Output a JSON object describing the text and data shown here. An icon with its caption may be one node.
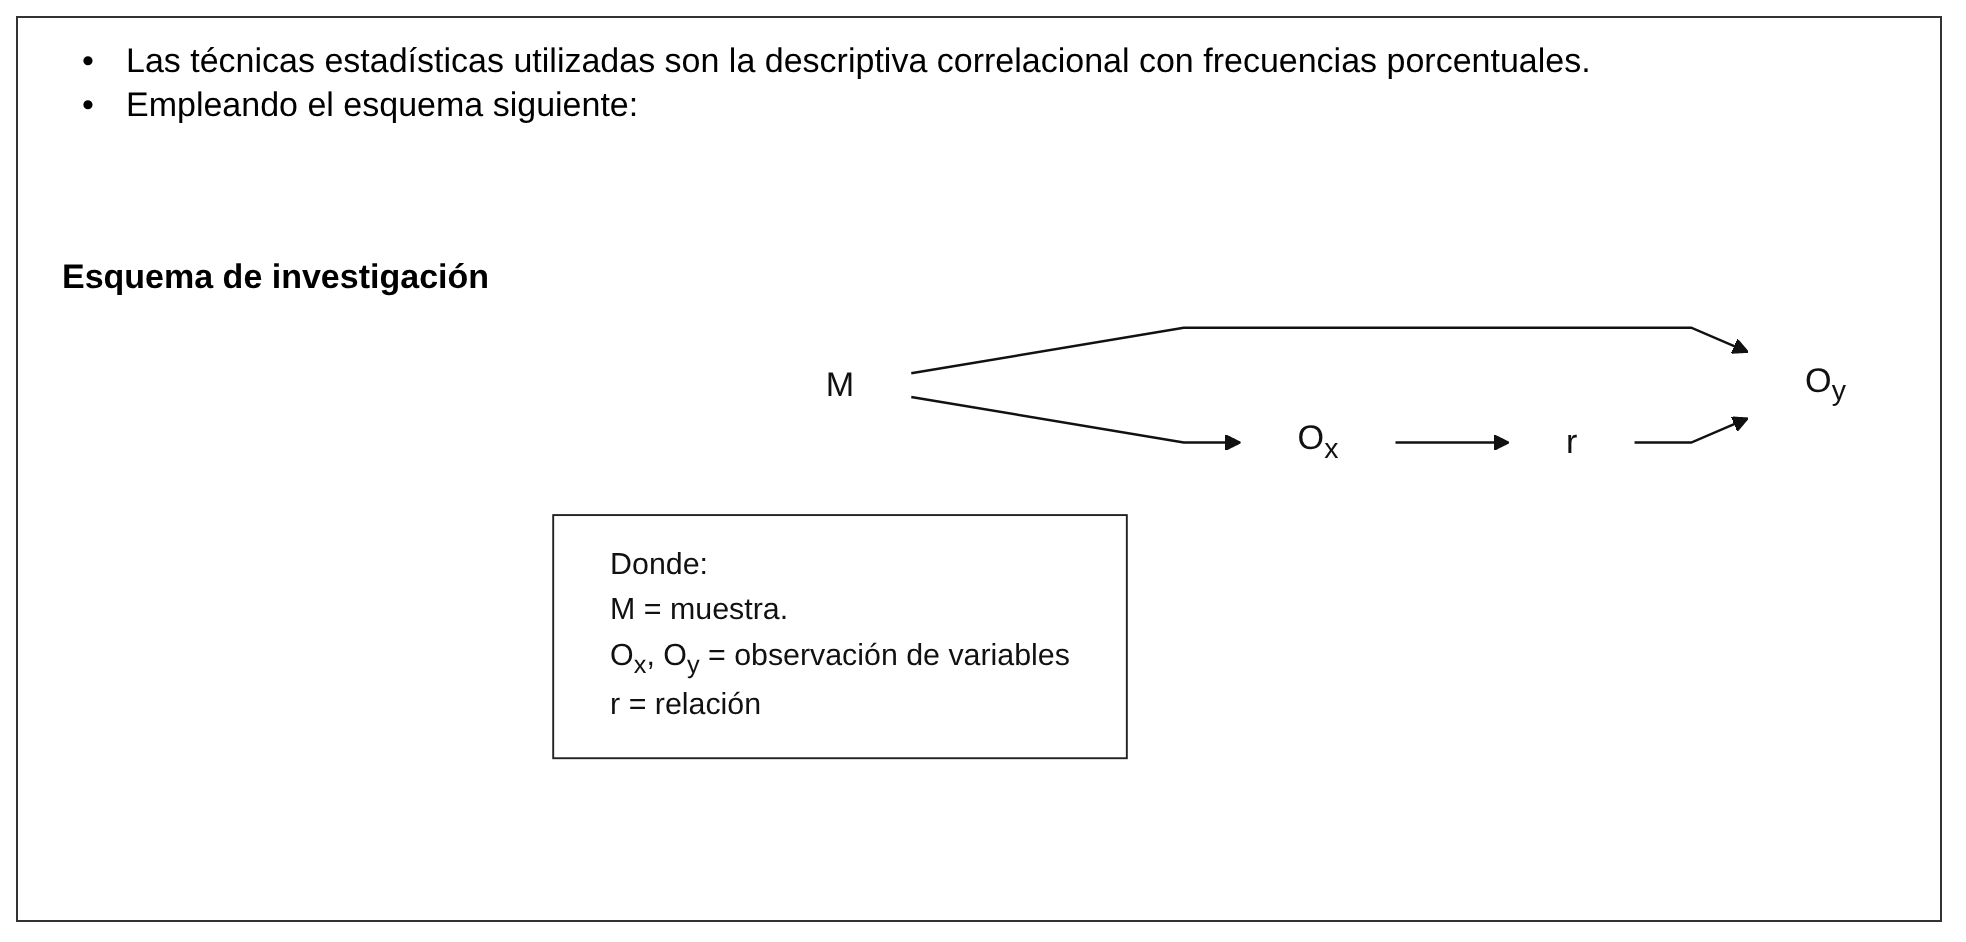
{
  "diagram": {
    "title": "Esquema de investigación",
    "nodes": [
      {
        "text": [
          "M"
        ]
      },
      {
        "text": [
          "O$_{x}$"
        ]
      },
      {
        "text": [
          "r"
        ]
      },
      {
        "text": [
          "O$_{y}$"
        ]
      },
      {
        "text": [
          "Donde:",
          "M = muestra.",
          "O$_{x}$, O$_{y}$ = observación de variables",
          "r = relación"
        ]
      }
    ],
    "edges": [
      {
        "from": 0,
        "to": 1,
        "arrow": "to"
      },
      {
        "from": 0,
        "to": 3,
        "arrow": "to"
      },
      {
        "from": 1,
        "to": 2,
        "arrow": "to"
      },
      {
        "from": 2,
        "to": 3,
        "arrow": "to"
      }
    ],
    "labels": [
      "•",
      "Las técnicas estadísticas utilizadas son la descriptiva correlacional con frecuencias porcentuales.",
      "•",
      "Empleando el esquema siguiente:"
    ]
  }
}
